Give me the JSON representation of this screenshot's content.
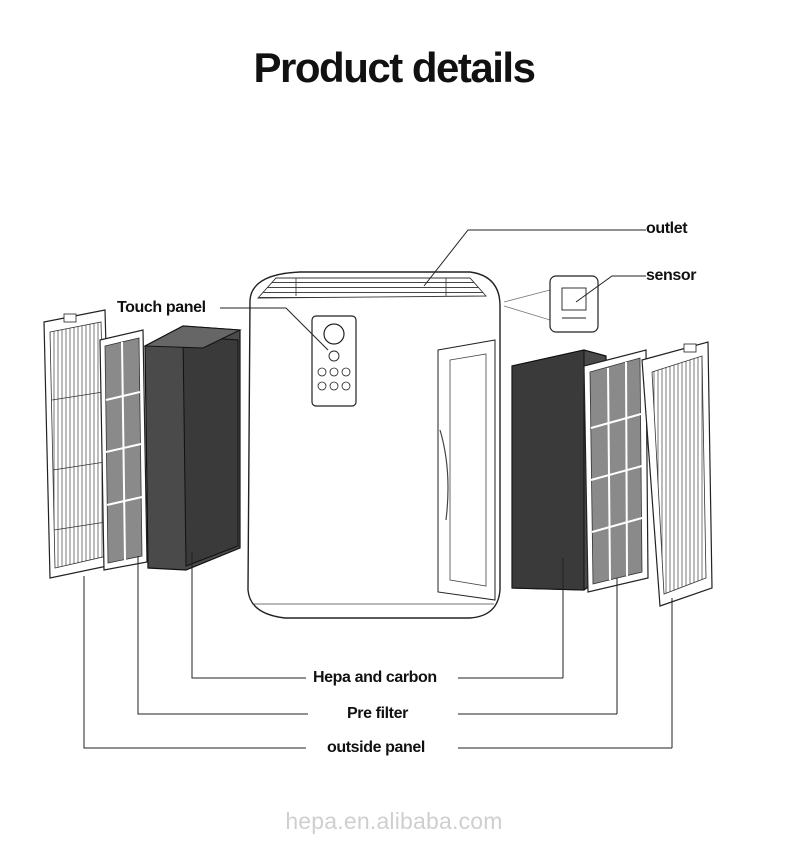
{
  "title": "Product details",
  "labels": {
    "outlet": "outlet",
    "sensor": "sensor",
    "touch_panel": "Touch panel",
    "hepa_carbon": "Hepa and carbon",
    "pre_filter": "Pre filter",
    "outside_panel": "outside panel"
  },
  "watermark": "hepa.en.alibaba.com",
  "colors": {
    "line": "#222222",
    "filter_dark": "#4a4a4a",
    "watermark": "#cfcfcf"
  }
}
